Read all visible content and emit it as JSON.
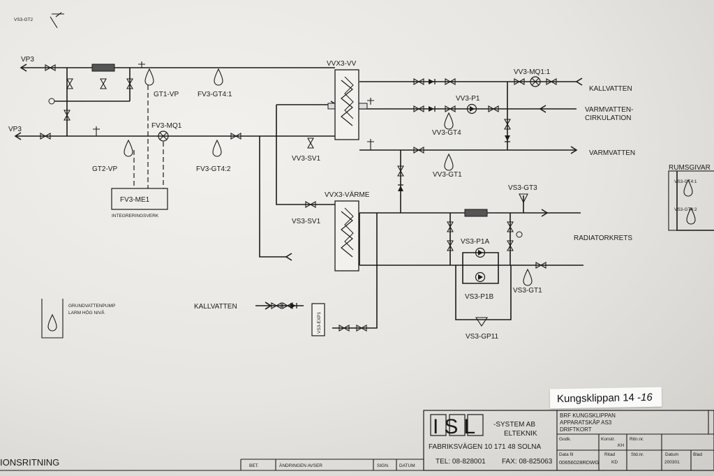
{
  "labels": {
    "vs3_gt2": "VS3-GT2",
    "vp3_top": "VP3",
    "vp3_bottom": "VP3",
    "gt1_vp": "GT1-VP",
    "fv3_gt4_1": "FV3-GT4:1",
    "fv3_mq1": "FV3-MQ1",
    "gt2_vp": "GT2-VP",
    "fv3_gt4_2": "FV3-GT4:2",
    "fv3_me1": "FV3-ME1",
    "integreringsverk": "INTEGRERINGSVERK",
    "vvx3_vv": "VVX3-VV",
    "vv3_mq1_1": "VV3-MQ1:1",
    "kallvatten_top": "KALLVATTEN",
    "vv3_p1": "VV3-P1",
    "varmvatten_cirkulation_1": "VARMVATTEN-",
    "varmvatten_cirkulation_2": "CIRKULATION",
    "vv3_gt4": "VV3-GT4",
    "varmvatten": "VARMVATTEN",
    "vv3_sv1": "VV3-SV1",
    "vv3_gt1": "VV3-GT1",
    "vvx3_varme": "VVX3-VÄRME",
    "vs3_gt3": "VS3-GT3",
    "vs3_sv1": "VS3-SV1",
    "vs3_p1a": "VS3-P1A",
    "radiatorkrets": "RADIATORKRETS",
    "vs3_p1b": "VS3-P1B",
    "vs3_gt1": "VS3-GT1",
    "vs3_gp11": "VS3-GP11",
    "kallvatten_bottom": "KALLVATTEN",
    "vs3_exp1": "VS3-EXP1",
    "grundvattenpump": "GRUNDVATTENPUMP",
    "larm_hog_niva": "LARM HÖG NIVÅ",
    "rumsgivare": "RUMSGIVAR",
    "rums_gt4_1": "VS3-GT4:1",
    "rums_gt4_2": "VS3-GT4:2"
  },
  "note": "Kungsklippan 14",
  "note_hand": "-16",
  "title_block": {
    "left_title": "IONSRITNING",
    "bet": "BET.",
    "andringen": "ÄNDRINGEN AVSER",
    "sign": "SIGN.",
    "datum": "DATUM",
    "logo": "ISL",
    "company": "-SYSTEM AB",
    "division": "ELTEKNIK",
    "address": "FABRIKSVÄGEN 10  171 48 SOLNA",
    "tel": "TEL: 08-828001",
    "fax": "FAX: 08-825063",
    "project_1": "BRF KUNGSKLIPPAN",
    "project_2": "APPARATSKÅP AS3",
    "project_3": "DRIFTKORT",
    "godk": "Godk.",
    "konstr": "Konstr.",
    "konstr_val": "KH",
    "ritn_nr": "Ritn.nr.",
    "data_fil": "Data fil",
    "data_fil_val": "00656028RDWG",
    "ritad": "Ritad",
    "ritad_val": "KD",
    "std_nr": "Std.nr.",
    "datum_lbl": "Datum",
    "datum_val": "200301",
    "blad": "Blad"
  }
}
